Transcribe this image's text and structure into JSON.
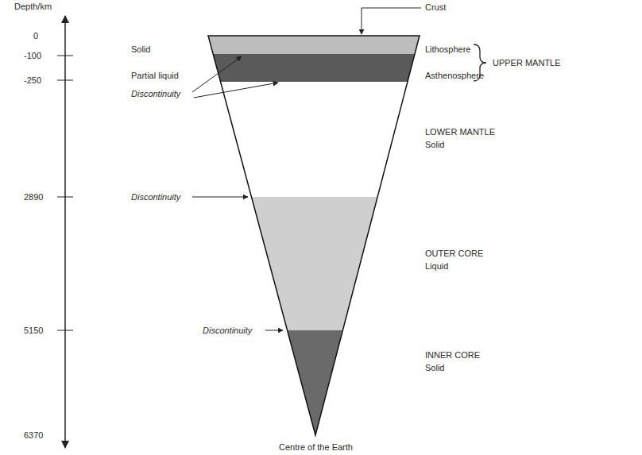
{
  "diagram": {
    "labels": [
      "Depth/km",
      "Crust",
      "0",
      "Solid",
      "Lithosphere",
      "UPPER MANTLE",
      "-100",
      "Partial liquid",
      "Asthenosphere",
      "-250",
      "Discontinuity",
      "LOWER MANTLE",
      "Solid",
      "2890",
      "Discontinuity",
      "OUTER CORE",
      "Liquid",
      "5150",
      "Discontinuity",
      "INNER CORE",
      "Solid",
      "6370",
      "Centre of the Earth"
    ]
  }
}
